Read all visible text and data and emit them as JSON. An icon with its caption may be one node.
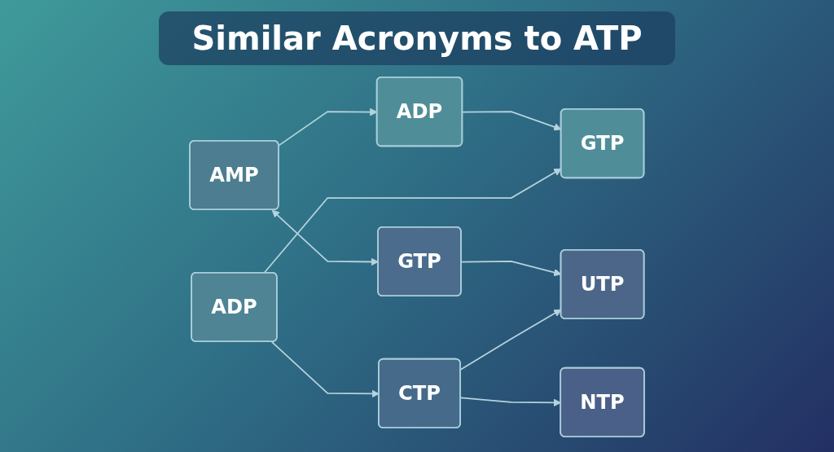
{
  "diagram": {
    "title": "Similar Acronyms to ATP",
    "nodes": [
      {
        "text": [
          "ADP"
        ]
      },
      {
        "text": [
          "AMP"
        ]
      },
      {
        "text": [
          "GTP"
        ]
      },
      {
        "text": [
          "GTP"
        ]
      },
      {
        "text": [
          "UTP"
        ]
      },
      {
        "text": [
          "ADP"
        ]
      },
      {
        "text": [
          "CTP"
        ]
      },
      {
        "text": [
          "NTP"
        ]
      }
    ],
    "edges": [
      {
        "from": 1,
        "to": 0,
        "arrow": "to"
      },
      {
        "from": 1,
        "to": 2,
        "arrow": "both"
      },
      {
        "from": 0,
        "to": 3,
        "arrow": "to"
      },
      {
        "from": 2,
        "to": 4,
        "arrow": "to"
      },
      {
        "from": 5,
        "to": 3,
        "arrow": "to"
      },
      {
        "from": 5,
        "to": 6,
        "arrow": "to"
      },
      {
        "from": 6,
        "to": 7,
        "arrow": "to"
      },
      {
        "from": 6,
        "to": 4,
        "arrow": "to"
      }
    ]
  }
}
